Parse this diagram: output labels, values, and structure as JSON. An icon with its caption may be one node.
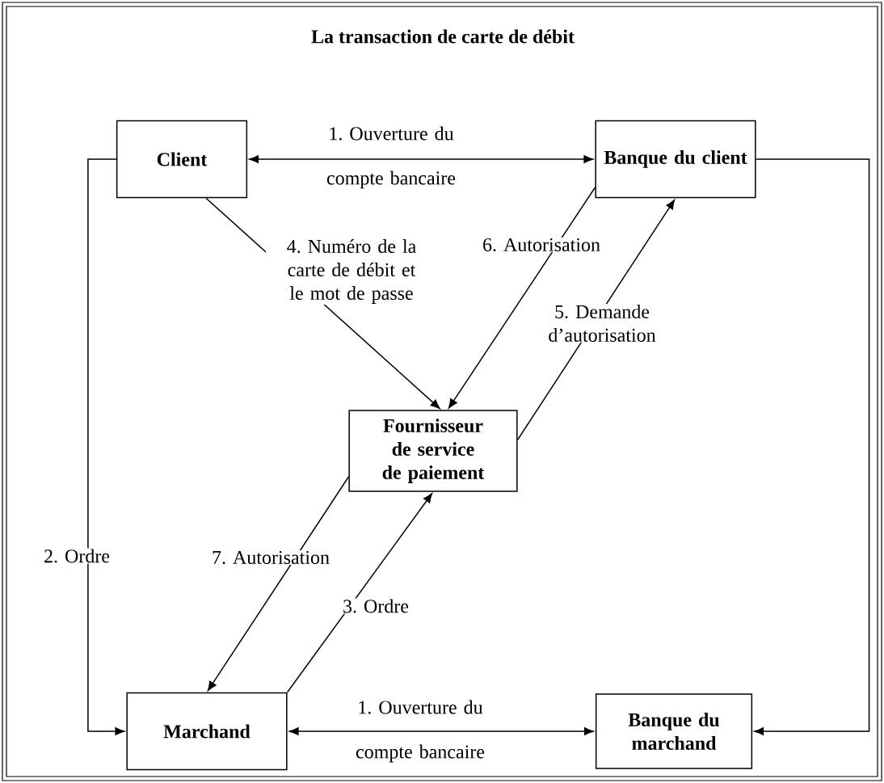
{
  "diagram": {
    "title": "La transaction de carte de débit",
    "nodes": [
      {
        "text": [
          "Client"
        ]
      },
      {
        "text": [
          "Banque du client"
        ]
      },
      {
        "text": [
          "Fournisseur de service de paiement"
        ]
      },
      {
        "text": [
          "Marchand"
        ]
      },
      {
        "text": [
          "Banque du marchand"
        ]
      }
    ],
    "edges": [
      {
        "from": 0,
        "to": 1,
        "arrow": "both",
        "label": "1. Ouverture du compte bancaire"
      },
      {
        "from": 0,
        "to": 3,
        "arrow": "to",
        "label": "2. Ordre"
      },
      {
        "from": 1,
        "to": 4,
        "arrow": "to"
      },
      {
        "from": 3,
        "to": 2,
        "arrow": "to",
        "label": "3. Ordre"
      },
      {
        "from": 0,
        "to": 2,
        "arrow": "to",
        "label": "4. Numéro de la carte de débit et le mot de passe"
      },
      {
        "from": 2,
        "to": 1,
        "arrow": "to",
        "label": "5. Demande d’autorisation"
      },
      {
        "from": 1,
        "to": 2,
        "arrow": "to",
        "label": "6. Autorisation"
      },
      {
        "from": 2,
        "to": 3,
        "arrow": "to",
        "label": "7. Autorisation"
      },
      {
        "from": 3,
        "to": 4,
        "arrow": "both",
        "label": "1. Ouverture du compte bancaire"
      }
    ]
  }
}
